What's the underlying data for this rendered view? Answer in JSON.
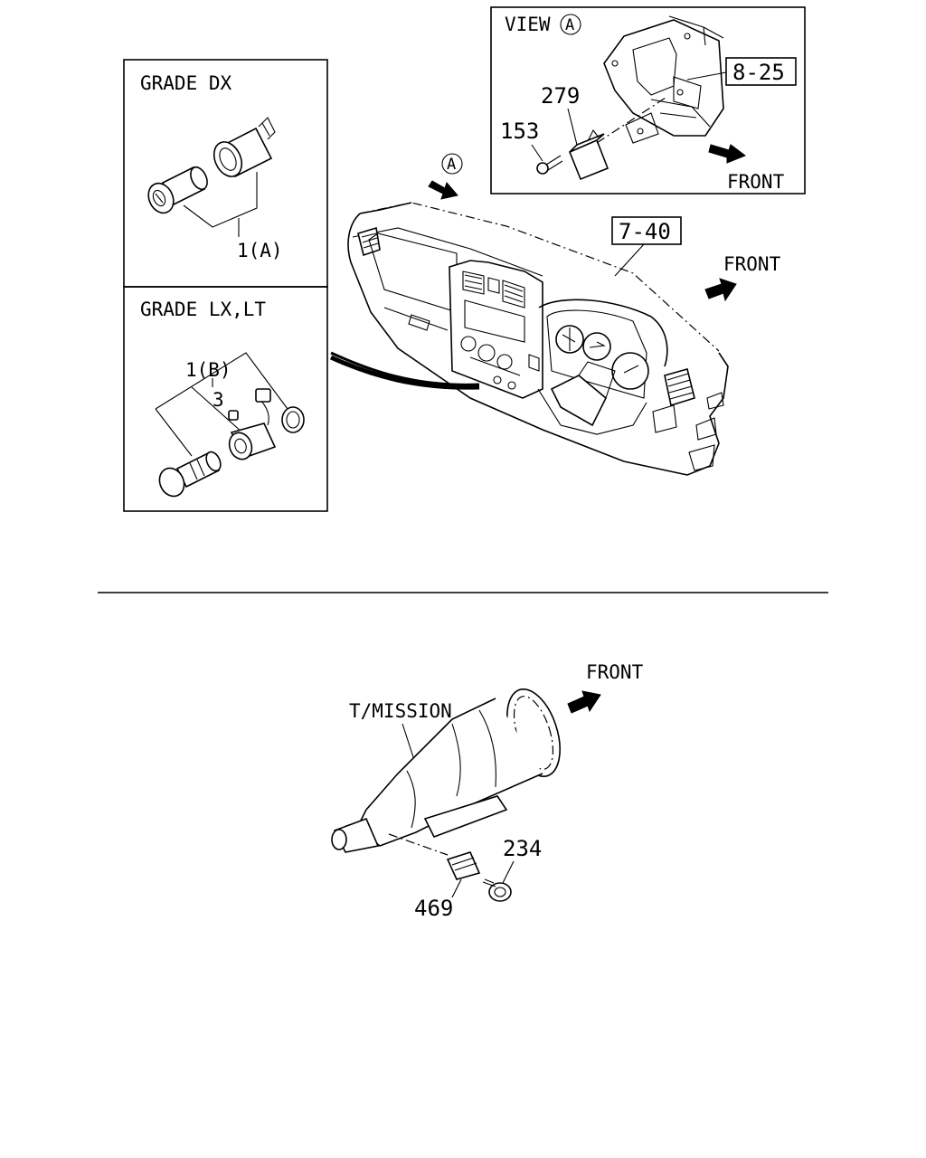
{
  "panels": {
    "grade_dx": {
      "title": "GRADE DX",
      "part_label": "1(A)"
    },
    "grade_lx": {
      "title": "GRADE LX,LT",
      "part_label": "1(B)",
      "sub_part_label": "3"
    },
    "view_a": {
      "title": "VIEW",
      "circle_letter": "A",
      "ref_label": "8-25",
      "part_279": "279",
      "part_153": "153",
      "front_label": "FRONT"
    }
  },
  "dashboard": {
    "view_marker_letter": "A",
    "ref_label": "7-40",
    "front_label": "FRONT"
  },
  "transmission": {
    "label": "T/MISSION",
    "front_label": "FRONT",
    "part_234": "234",
    "part_469": "469"
  },
  "colors": {
    "line": "#000000",
    "background": "#ffffff"
  }
}
